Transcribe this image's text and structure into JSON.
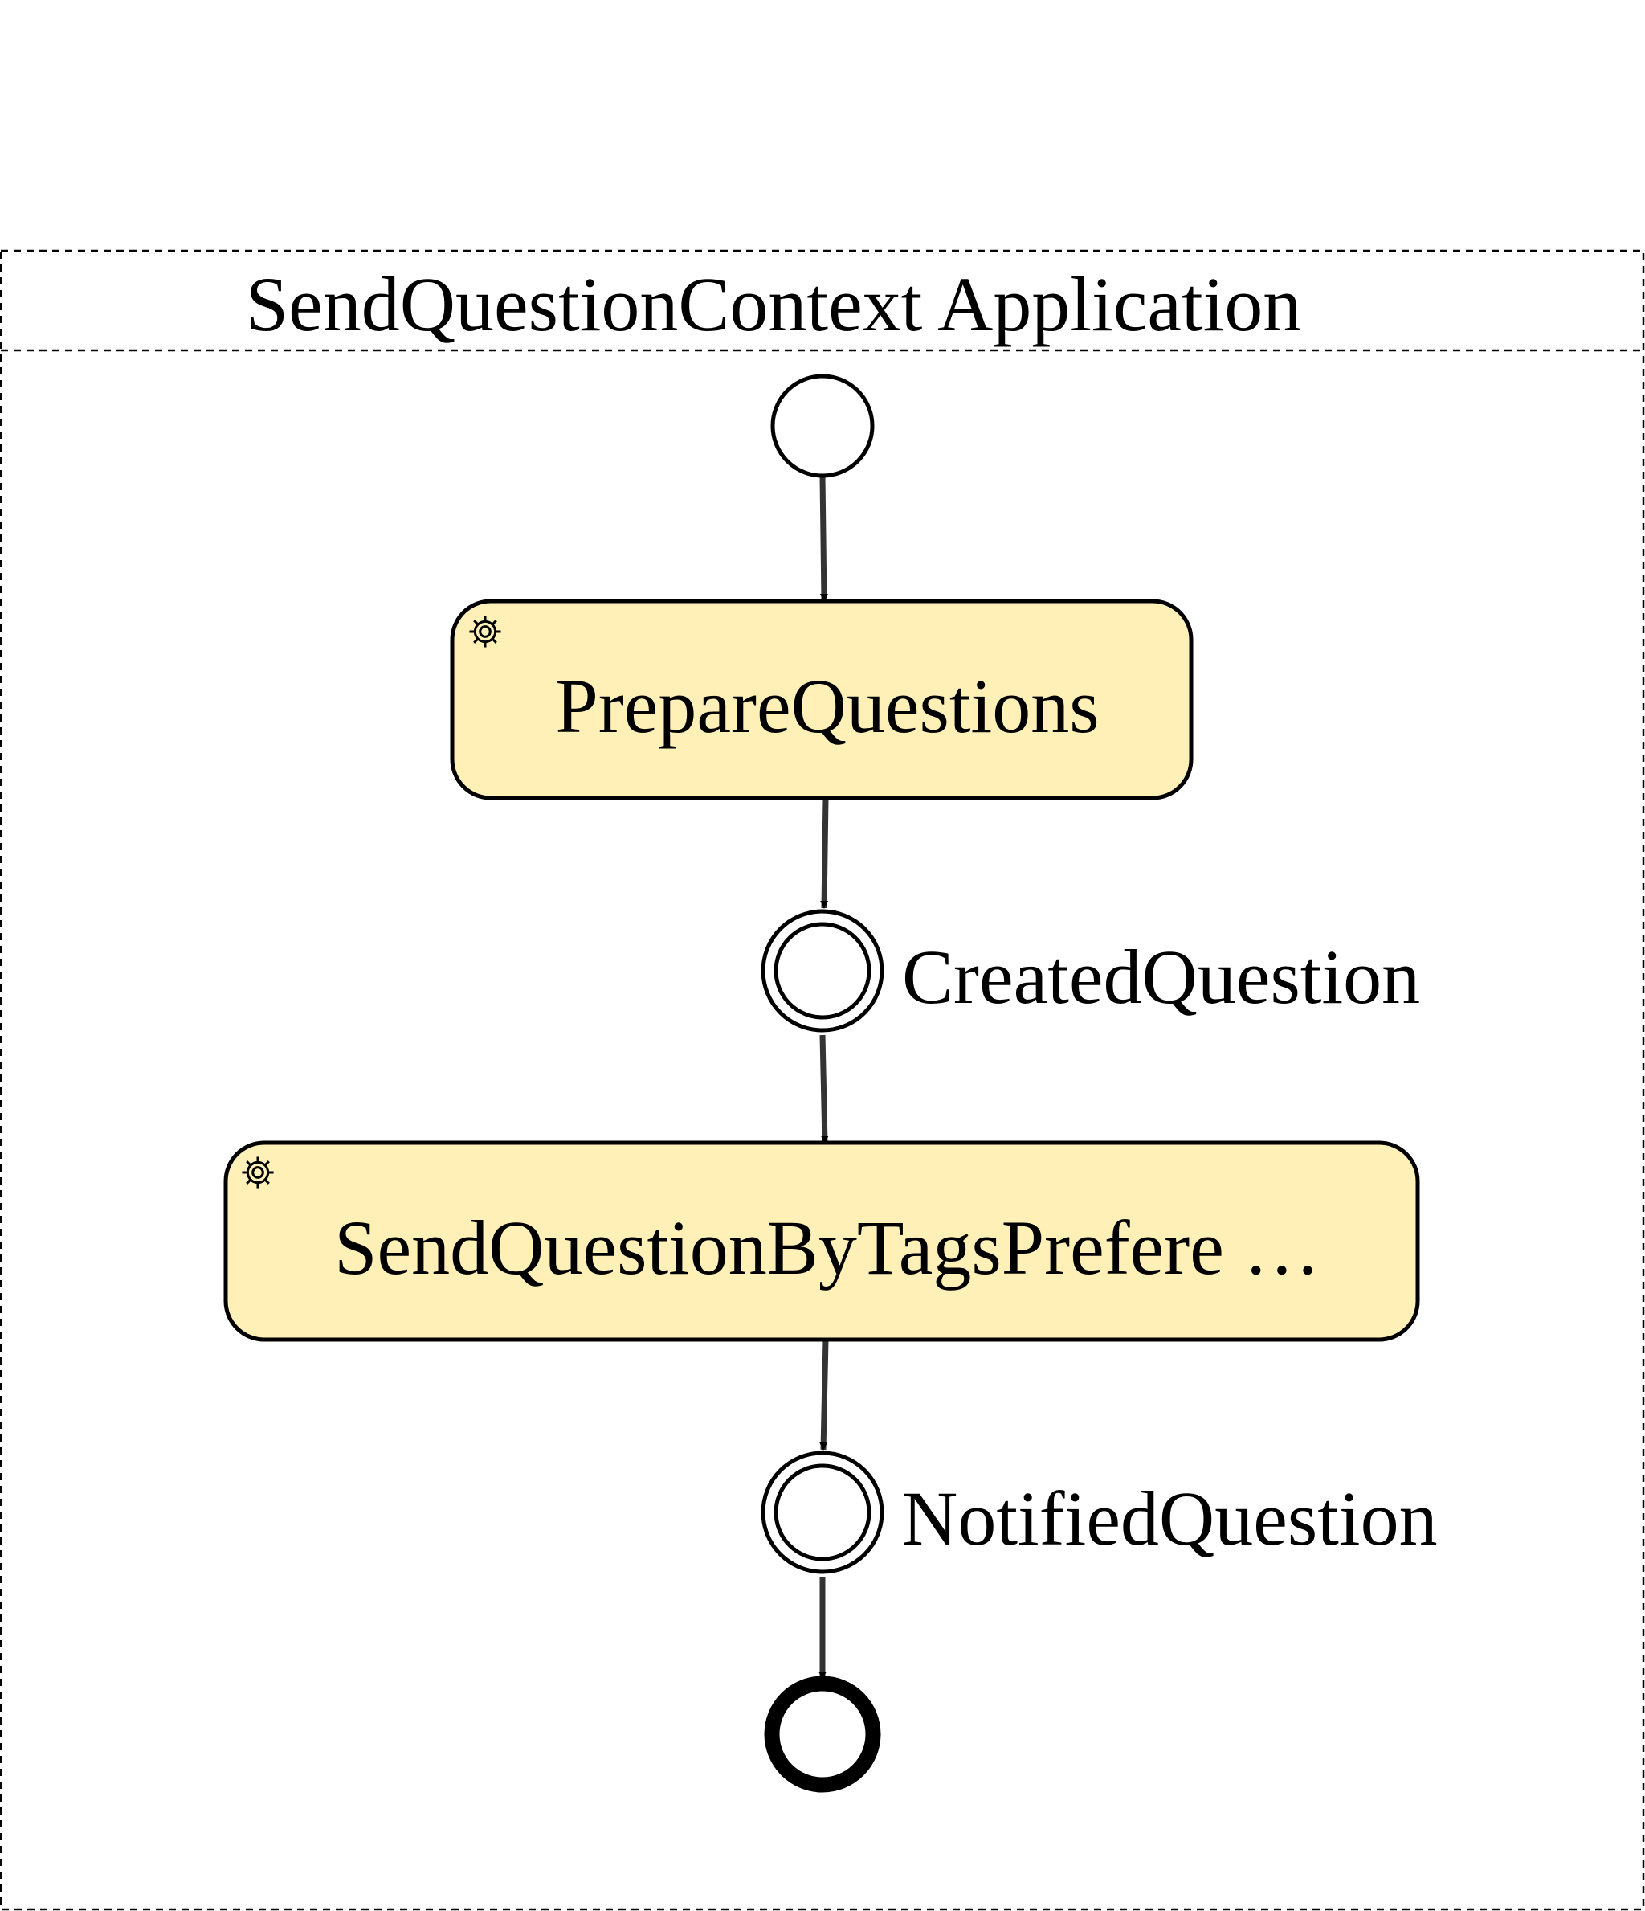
{
  "pool": {
    "title": "SendQuestionContext Application"
  },
  "tasks": [
    {
      "label": "PrepareQuestions",
      "type": "service-task",
      "icon": "gear-icon"
    },
    {
      "label": "SendQuestionByTagsPrefere …",
      "type": "service-task",
      "icon": "gear-icon"
    }
  ],
  "events": [
    {
      "kind": "start-event",
      "label": ""
    },
    {
      "kind": "intermediate-event",
      "label": "CreatedQuestion"
    },
    {
      "kind": "intermediate-event",
      "label": "NotifiedQuestion"
    },
    {
      "kind": "end-event",
      "label": ""
    }
  ],
  "colors": {
    "task_fill": "#FFF0B8",
    "stroke": "#000000",
    "flow": "#333333"
  }
}
